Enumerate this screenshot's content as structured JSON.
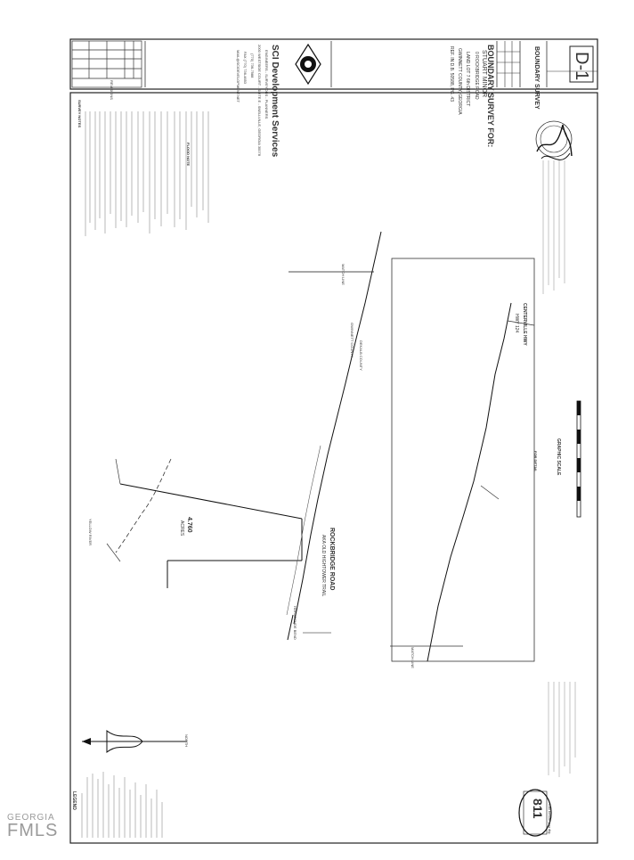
{
  "title_block": {
    "survey_for": "BOUNDARY SURVEY FOR:",
    "client": "STUART MINOR",
    "address": "0 ROCKBRIDGE ROAD",
    "land_lot": "LAND LOT 7    6th DISTRICT",
    "county": "GWINNETT COUNTY, GEORGIA",
    "ref": "REF. IN D.B. 50588, PG. 43",
    "company": "SCI Development Services",
    "company_sub": "ENGINEERS - SURVEYORS - PLANNERS",
    "company_addr": "2000 WESTSIDE COURT - SUITE E - SNELLVILLE, GEORGIA 30078",
    "company_phone": "(770) 736-7988",
    "company_fax": "FAX (770) 736-4653",
    "company_email": "MAIL@SCIDEVELOPMENT.NET",
    "revisions": "REVISIONS",
    "drawing_type": "BOUNDARY SURVEY",
    "sheet_no": "D-1"
  },
  "notes": {
    "survey_notes": "SURVEY NOTES",
    "flood_note": "FLOOD NOTE"
  },
  "plan": {
    "road_main": "ROCKBRIDGE ROAD",
    "road_aka": "AKA OLD HIGHTOWER TRAIL",
    "acreage": "4.760",
    "acres": "ACRES",
    "match_line": "MATCH LINE",
    "horseshoe_bend": "HORSESHOE BEND",
    "yellow_river": "YELLOW RIVER",
    "detail": "FOR DETAIL",
    "hwy": "CENTERVILLE HWY",
    "hwy_num": "HWY 124",
    "gwinnett_county": "GWINNETT COUNTY",
    "dekalb_county": "DEKALB COUNTY",
    "graphic_scale": "GRAPHIC SCALE",
    "north": "NORTH"
  },
  "legend": {
    "title": "LEGEND"
  },
  "call811": {
    "number": "811",
    "text": "Call before you dig."
  },
  "watermark": {
    "line1": "GEORGIA",
    "line2": "FMLS"
  }
}
